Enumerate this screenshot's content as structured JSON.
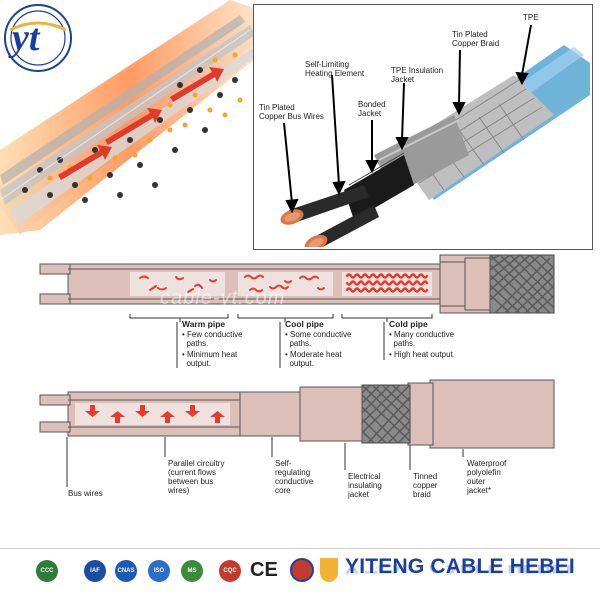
{
  "logo": {
    "text": "yt"
  },
  "top_diagram": {
    "labels": {
      "tin_plated_bus": "Tin Plated\nCopper Bus Wires",
      "self_limiting": "Self-Limiting\nHeating Element",
      "bonded": "Bonded\nJacket",
      "tpe_insulation": "TPE Insulation\nJacket",
      "tin_plated_braid": "Tin Plated\nCopper Braid",
      "tpe": "TPE"
    }
  },
  "middle_diagram": {
    "watermark": "cable-yt.com",
    "zones": [
      {
        "title": "Warm pipe",
        "points": [
          "• Few conductive\n  paths.",
          "• Minimum heat\n  output."
        ]
      },
      {
        "title": "Cool pipe",
        "points": [
          "• Some conductive\n  paths.",
          "• Moderate heat\n  output."
        ]
      },
      {
        "title": "Cold pipe",
        "points": [
          "• Many conductive\n  paths.",
          "• High heat output."
        ]
      }
    ]
  },
  "bottom_diagram": {
    "labels": [
      "Bus wires",
      "Parallel circuitry\n(current flows\nbetween bus\nwires)",
      "Self-\nregulating\nconductive\ncore",
      "Electrical\ninsulating\njacket",
      "Tinned\ncopper\nbraid",
      "Waterproof\npolyolefin\nouter\njacket*"
    ]
  },
  "footer": {
    "brand": "YITENG CABLE HEBEI",
    "certs": [
      "CCC",
      "IAF",
      "CNAS",
      "ISO",
      "MS",
      "CQC",
      "CE"
    ]
  },
  "colors": {
    "brand_blue": "#1a3f9c",
    "jacket_pink": "#dcbfb8",
    "arrow_red": "#e8392c",
    "braid_grey": "#8a8a8a",
    "tpe_blue": "#6fb3d9"
  }
}
